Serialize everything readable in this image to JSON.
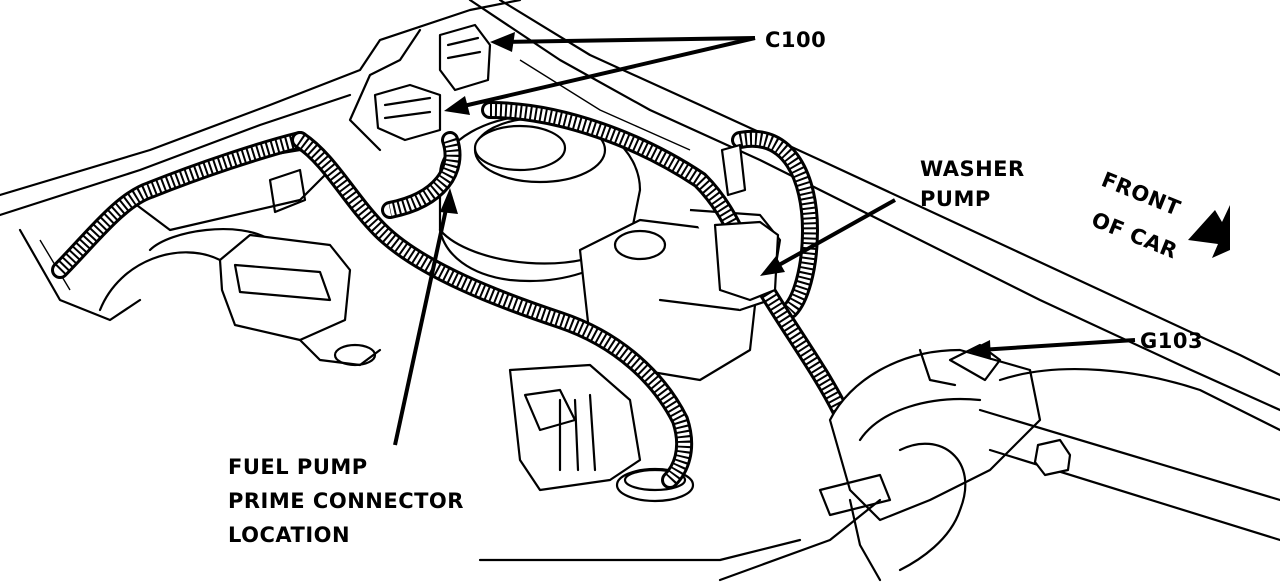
{
  "labels": {
    "c100": "C100",
    "washer_line1": "WASHER",
    "washer_line2": "PUMP",
    "front_line1": "FRONT",
    "front_line2": "OF CAR",
    "g103": "G103",
    "fuel_line1": "FUEL PUMP",
    "fuel_line2": "PRIME CONNECTOR",
    "fuel_line3": "LOCATION"
  }
}
